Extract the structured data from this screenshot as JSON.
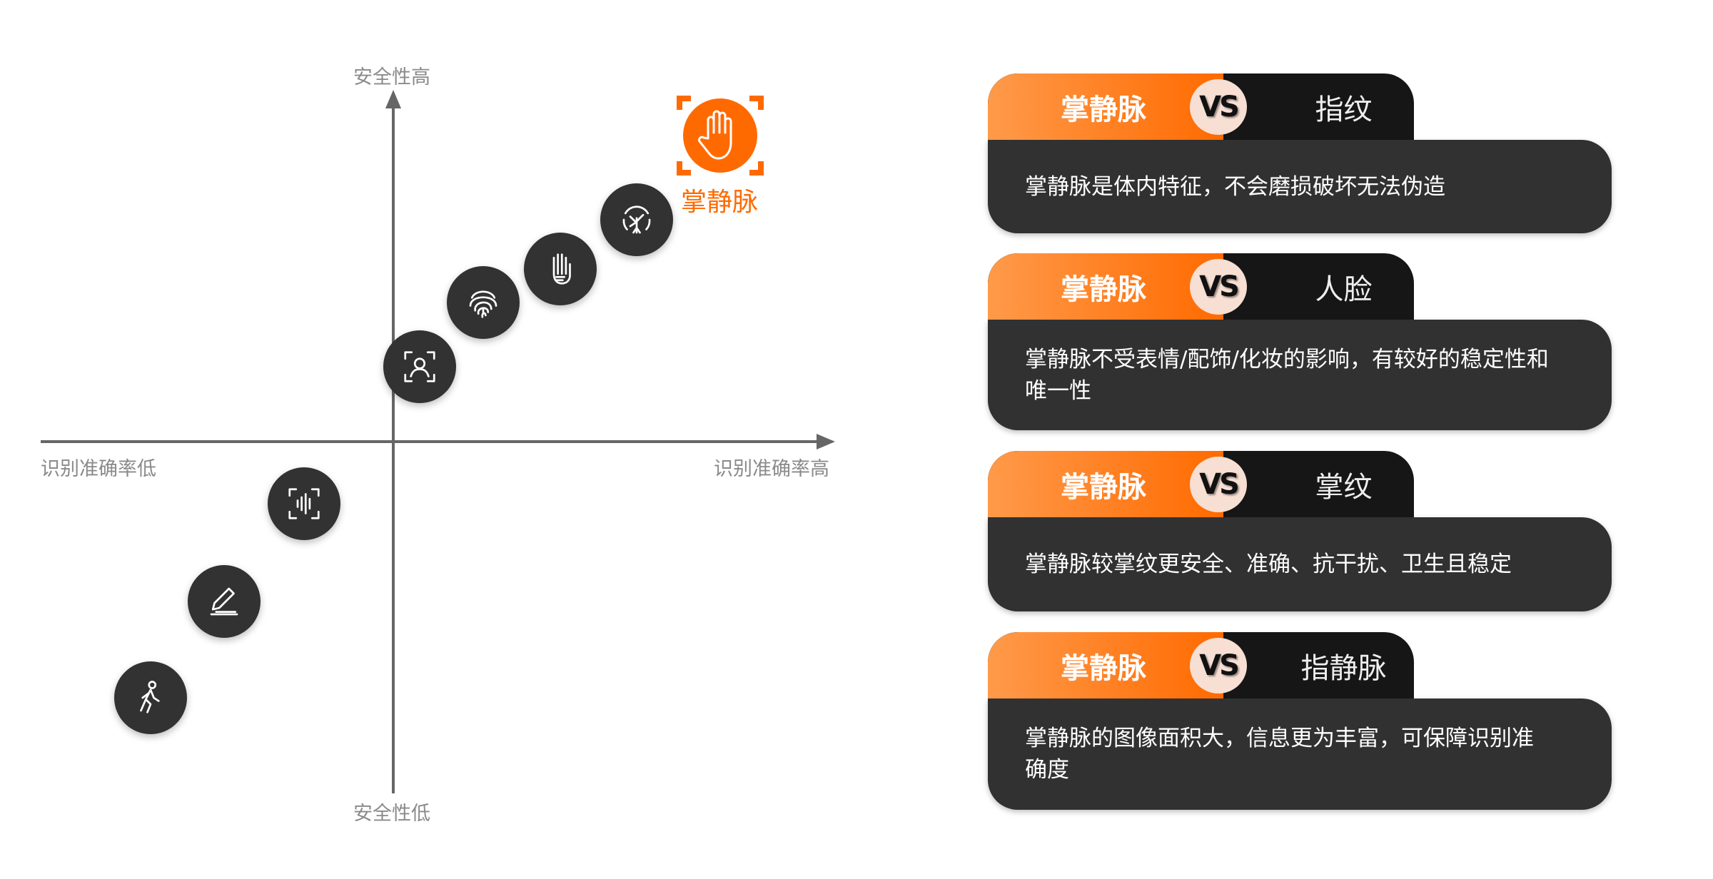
{
  "axes": {
    "y_high": "安全性高",
    "y_low": "安全性低",
    "x_low": "识别准确率低",
    "x_high": "识别准确率高"
  },
  "highlight": {
    "label": "掌静脉",
    "color": "#ff6a00"
  },
  "nodes": [
    "face-icon",
    "fingerprint-icon",
    "palmprint-icon",
    "finger-vein-icon",
    "voice-icon",
    "signature-icon",
    "gait-icon"
  ],
  "cards": [
    {
      "left": "掌静脉",
      "vs": "VS",
      "right": "指纹",
      "text": "掌静脉是体内特征，不会磨损破坏无法伪造"
    },
    {
      "left": "掌静脉",
      "vs": "VS",
      "right": "人脸",
      "text": "掌静脉不受表情/配饰/化妆的影响，有较好的稳定性和唯一性"
    },
    {
      "left": "掌静脉",
      "vs": "VS",
      "right": "掌纹",
      "text": "掌静脉较掌纹更安全、准确、抗干扰、卫生且稳定"
    },
    {
      "left": "掌静脉",
      "vs": "VS",
      "right": "指静脉",
      "text": "掌静脉的图像面积大，信息更为丰富，可保障识别准确度"
    }
  ]
}
